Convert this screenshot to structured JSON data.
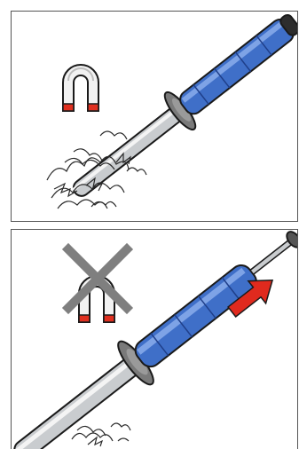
{
  "figure": {
    "panels": [
      {
        "id": "top",
        "scene": "magnetic-pickup-tool-with-iron-filings",
        "icons": [
          "magnet-icon",
          "telescopic-magnetic-pickup-tool",
          "iron-filings"
        ]
      },
      {
        "id": "bottom",
        "scene": "plunger-pulled-releases-filings",
        "icons": [
          "magnet-crossed-icon",
          "telescopic-magnetic-pickup-tool",
          "release-arrow-icon",
          "iron-filings"
        ]
      }
    ],
    "colors": {
      "handle_blue": "#3f6fc8",
      "handle_dark": "#1f3f8a",
      "shaft_grey": "#c9cccf",
      "magnet_red": "#e03020",
      "arrow_red": "#e02a1e",
      "cross_grey": "#7f7f7f",
      "outline": "#1a1a1a"
    }
  }
}
